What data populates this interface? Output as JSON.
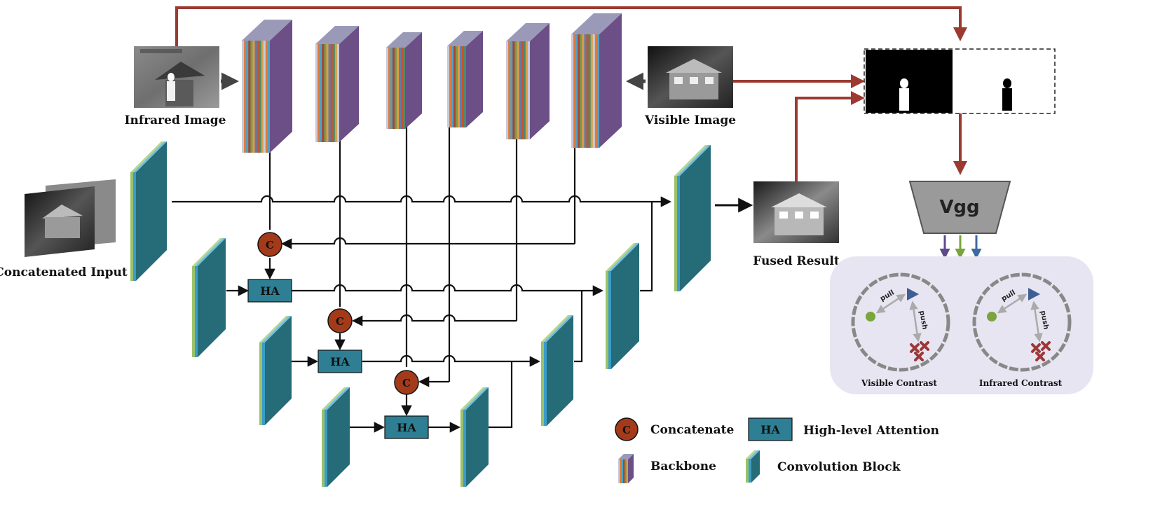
{
  "labels": {
    "infrared_image": "Infrared Image",
    "visible_image": "Visible Image",
    "concatenated_input": "Concatenated Input",
    "fused_result": "Fused Result",
    "vgg": "Vgg",
    "visible_contrast": "Visible Contrast",
    "infrared_contrast": "Infrared Contrast",
    "pull": "pull",
    "push": "push",
    "concat_symbol": "C",
    "ha_symbol": "HA"
  },
  "legend": {
    "concatenate": "Concatenate",
    "high_level_attention": "High-level Attention",
    "backbone": "Backbone",
    "convolution_block": "Convolution Block"
  },
  "colors": {
    "red_arrow": "#9b3a30",
    "concat_circle": "#a33b1a",
    "ha_box": "#2e7f94",
    "conv_teal": "#256b78",
    "conv_green": "#9bc16a",
    "conv_blue": "#3a9cc7",
    "backbone_purple": "#6b4f86",
    "vgg_gray": "#9a9a9a",
    "panel_bg": "#e7e5f1",
    "dot_green": "#7aa43c",
    "triangle_blue": "#3d5f94",
    "cross_red": "#9c3838"
  }
}
